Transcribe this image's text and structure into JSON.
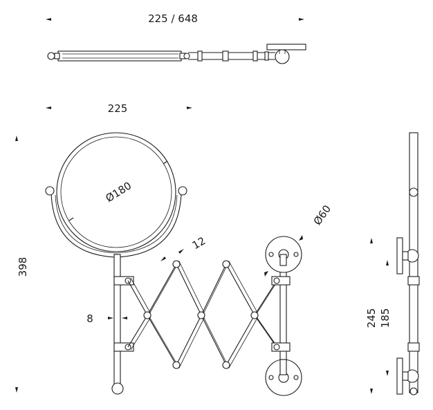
{
  "dimensions": {
    "top_overall": "225 / 648",
    "mirror_width": "225",
    "overall_height": "398",
    "mirror_diameter": "Ø180",
    "wall_plate_diameter": "Ø60",
    "arm_spacing": "12",
    "rod_diameter": "8",
    "side_height": "245",
    "side_plate_spacing": "185"
  },
  "colors": {
    "line": "#1a1a1a",
    "background": "#ffffff"
  }
}
